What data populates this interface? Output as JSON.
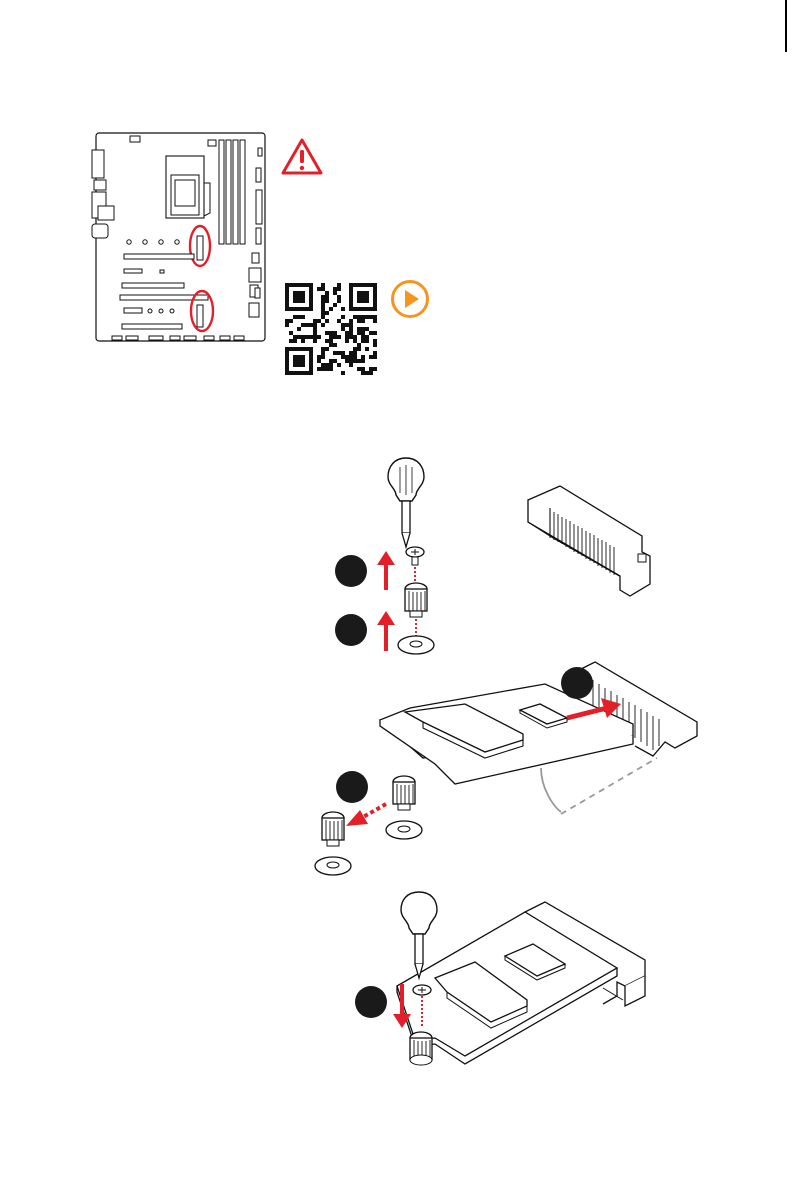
{
  "page": {
    "background": "#ffffff",
    "accent_red": "#e3202a",
    "accent_orange": "#f7941d"
  },
  "icons": {
    "warning": "warning-triangle-icon",
    "play": "play-icon",
    "qr": "qr-code"
  },
  "steps": [
    {
      "id": "remove-screw"
    },
    {
      "id": "remove-standoff"
    },
    {
      "id": "move-standoff"
    },
    {
      "id": "insert-ssd"
    },
    {
      "id": "fasten-screw"
    }
  ]
}
